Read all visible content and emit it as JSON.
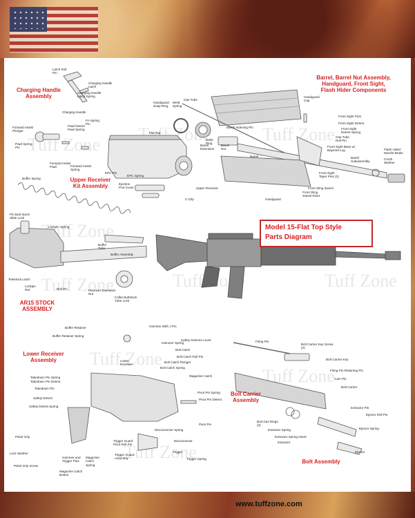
{
  "sections": {
    "charging_handle": "Charging Handle\nAssembly",
    "barrel": "Barrel, Barrel Nut Assembly,\nHandguard, Front Sight,\nFlash Hider Components",
    "upper_receiver": "Upper Receiver\nKit Assembly",
    "stock": "AR15 STOCK\nASSEMBLY",
    "lower_receiver": "Lower Receiver\nAssembly",
    "bolt_carrier": "Bolt Carrier\nAssembly",
    "bolt": "Bolt Assembly"
  },
  "title_box": {
    "line1": "Model 15-Flat Top Style",
    "line2": "Parts Diagram"
  },
  "watermark": "Tuff Zone",
  "footer_url": "www.tuffzone.com",
  "labels": [
    "Latch Roll\nPin",
    "Charging Handle\nLatch",
    "Charging Handle\nLatch Spring",
    "Charging Handle",
    "Forward Assist\nPlunger",
    "Pawl Detent\nPawl Spring",
    "FA Spring\nPin",
    "Pawl Spring\nPin",
    "Forward Assist\nPawl",
    "Forward Assist\nSpring",
    "Flat Top",
    "EPC Pin",
    "EPC Spring",
    "Ejection\nPort Cover",
    "Upper Receiver",
    "C-Clip",
    "Gas Tube",
    "Handguard\nSnap Ring",
    "Weld\nSpring",
    "Delta\nRing",
    "Barrel\nExtension",
    "Barrel\nNut",
    "Barrel Indexing Pin",
    "Barrel",
    "Handguard",
    "Handguard\nCap",
    "Front Sight Post",
    "Front Sight Detent",
    "Front Sight\nDetent Spring",
    "Gas Tube\nRoll Pin",
    "Front Sight Base w/\nBayonet Lug",
    "Barrel\nSubassembly",
    "Flash Hider/\nMuzzle Brake",
    "Crush\nWasher",
    "Front Sight\nTaper Pins (2)",
    "Front Sling Swivel",
    "Front Sling\nSwivel Rivet",
    "Buffer Spring",
    "Pin Butt Stock\nSlide Lock",
    "Lockpin Spring",
    "Buffer\nTube",
    "Buffer Assembly",
    "Telestock Latch",
    "Lockpin\nNut",
    "Roll Pin",
    "Receiver Extension\nNut",
    "Collar Buttstock\nTube Lock",
    "Buffer Retainer",
    "Buffer Retainer Spring",
    "Hammer With J Pin",
    "Hammer Spring",
    "Safety Selector Lever",
    "Bolt Catch",
    "Bolt Catch Roll Pin",
    "Bolt Catch Plunger",
    "Bolt Catch Spring",
    "Lower\nReceiver",
    "Magazine Catch",
    "Takedown Pin Spring",
    "Takedown Pin Detent",
    "Takedown Pin",
    "Safety Detent",
    "Safety Detent Spring",
    "Pistol Grip",
    "Lock Washer",
    "Pistol Grip Screw",
    "Hammer and\nTrigger Pins",
    "Magazine\nCatch\nSpring",
    "Magazine Catch\nButton",
    "Trigger Guard\nPivot Roll Pin",
    "Trigger Guard\nAssembly",
    "Disconnector Spring",
    "Disconnector",
    "Trigger",
    "Trigger Spring",
    "Pivot Pin Spring",
    "Pivot Pin Detent",
    "Pivot Pin",
    "Firing Pin",
    "Bolt Carrier Key Screw\n(2)",
    "Bolt Carrier Key",
    "Firing Pin Retaining Pin",
    "Cam Pin",
    "Bolt Carrier",
    "Extractor Pin",
    "Ejector Roll Pin",
    "Bolt Gas Rings\n(3)",
    "Extractor Spring",
    "Extractor Spring Insert",
    "Extractor",
    "Ejector Spring",
    "Ejector"
  ]
}
